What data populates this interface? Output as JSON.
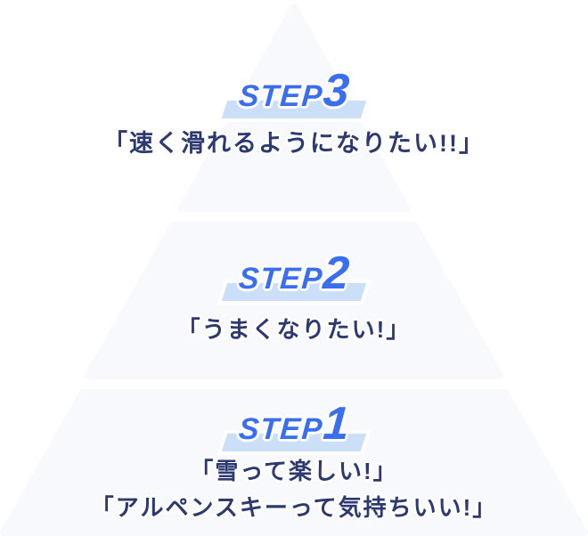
{
  "steps": [
    {
      "label": "STEP",
      "number": "3",
      "quote": "「速く滑れるようになりたい!!」"
    },
    {
      "label": "STEP",
      "number": "2",
      "quote": "「うまくなりたい!」"
    },
    {
      "label": "STEP",
      "number": "1",
      "quote": "「雪って楽しい!」",
      "quote2": "「アルペンスキーって気持ちいい!」"
    }
  ],
  "colors": {
    "tier_fill": "#F8F9FD",
    "step_blue": "#3A6EF0",
    "highlight_bar": "#CCDFF8",
    "quote_navy": "#2D3A72"
  }
}
